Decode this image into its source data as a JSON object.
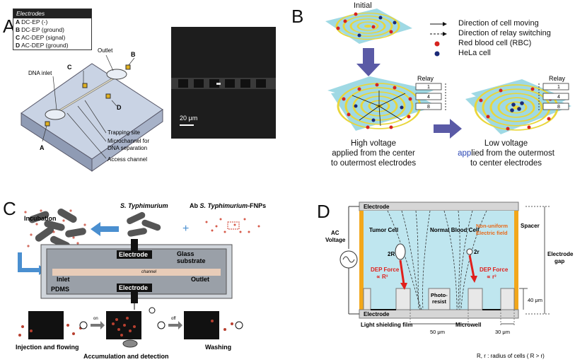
{
  "panels": {
    "A": {
      "label": "A",
      "legend": {
        "header": "Electrodes",
        "items": [
          {
            "key": "A",
            "text": "DC-EP (-)"
          },
          {
            "key": "B",
            "text": "DC-EP (ground)"
          },
          {
            "key": "C",
            "text": "AC-DEP (signal)"
          },
          {
            "key": "D",
            "text": "AC-DEP (ground)"
          }
        ]
      },
      "chip_labels": {
        "outlet": "Outlet",
        "dna_inlet": "DNA inlet",
        "trapping_site": "Trapping site",
        "microchannel": "Microchannel for",
        "microchannel2": "DNA separation",
        "access_channel": "Access channel",
        "a": "A",
        "b": "B",
        "c": "C",
        "d": "D"
      },
      "scale_bar": "20 μm"
    },
    "B": {
      "label": "B",
      "initial": "Initial",
      "legend": [
        {
          "text": "Direction of cell moving",
          "icon": "solid-arrow-icon"
        },
        {
          "text": "Direction of relay switching",
          "icon": "dashed-arrow-icon"
        },
        {
          "text": "Red blood cell (RBC)",
          "icon": "red-dot-icon",
          "color": "#d6231f"
        },
        {
          "text": "HeLa cell",
          "icon": "blue-dot-icon",
          "color": "#1b2a78"
        }
      ],
      "relay": "Relay",
      "relay_numbers": [
        "1",
        "4",
        "8"
      ],
      "left_caption": [
        "High voltage",
        "applied from the center",
        "to outermost electrodes"
      ],
      "right_caption_line1": "Low voltage",
      "right_caption_line2_pre": "app",
      "right_caption_line2_post": "lied from the outermost",
      "right_caption_line3": "to center electrodes"
    },
    "C": {
      "label": "C",
      "bacteria": "S. Typhimurium",
      "ab_prefix": "Ab",
      "ab_species": "S. Typhimurium",
      "ab_suffix": "-FNPs",
      "incubation": "Incubation",
      "electrode_top": "Electrode",
      "electrode_bottom": "Electrode",
      "glass": [
        "Glass",
        "substrate"
      ],
      "channel": "channel",
      "inlet": "Inlet",
      "outlet": "Outlet",
      "pdms": "PDMS",
      "on": "on",
      "off": "off",
      "step1": "Injection and flowing",
      "step2": "Accumulation and detection",
      "step3": "Washing"
    },
    "D": {
      "label": "D",
      "electrode_top": "Electrode",
      "electrode_bottom": "Electrode",
      "ac_voltage": [
        "AC",
        "Voltage"
      ],
      "tumor_cell": "Tumor Cell",
      "normal_cell": "Normal Blood Cell",
      "nonuniform": [
        "Non-uniform",
        "Electric field"
      ],
      "spacer": "Spacer",
      "electrode_gap": [
        "Electrode",
        "gap"
      ],
      "r_big": "2R",
      "r_small": "2r",
      "dep_left": [
        "DEP Force",
        "∝ R³"
      ],
      "dep_right": [
        "DEP Force",
        "∝ r³"
      ],
      "photoresist": [
        "Photo-",
        "resist"
      ],
      "dim_40": "40 μm",
      "light_film": "Light shielding film",
      "microwell": "Microwell",
      "dim_50": "50 μm",
      "dim_30": "30 μm",
      "footnote": "R, r : radius of cells ( R > r)"
    }
  },
  "colors": {
    "board_cyan": "#9fd9e4",
    "electrode_yellow": "#e9d63a",
    "rbc_red": "#d6231f",
    "hela_blue": "#1b2a78",
    "arrow_purple": "#5a5aa6",
    "medium_cyan": "#bfe6ef",
    "dep_red": "#e0201c",
    "spacer_orange": "#f2a71b"
  }
}
